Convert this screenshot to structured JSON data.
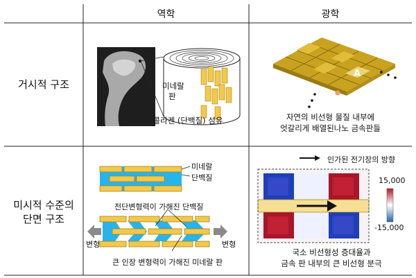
{
  "header": {
    "col_mechanics": "역학",
    "col_optics": "광학"
  },
  "rows": {
    "macro": "거시적 구조",
    "micro_line1": "미시적 수준의",
    "micro_line2": "단면 구조"
  },
  "macro_mech": {
    "mineral_plate_line1": "미네랄",
    "mineral_plate_line2": "판",
    "caption": "콜라겐 (단백질) 섬유"
  },
  "macro_opt": {
    "letter": "A",
    "caption_line1": "자연의 비선형 물질 내부에",
    "caption_line2": "엇갈리게 배열된나노 금속판들"
  },
  "micro_mech": {
    "legend_mineral": "미네랄",
    "legend_protein": "단백질",
    "shear_label": "전단변형력이 가해진 단백질",
    "deform_left": "변형",
    "deform_right": "변형",
    "tensile_label": "큰 인장 변형력이 가해진 미네랄 판"
  },
  "micro_opt": {
    "field_legend": "인가된 전기장의 방향",
    "scale_max": "15,000",
    "scale_min": "-15,000",
    "caption_line1": "국소 비선형성 증대율과",
    "caption_line2": "금속 판 내부의 큰 비선형 분극"
  },
  "colors": {
    "gold": "#f2c94c",
    "gold_dark": "#c9a21f",
    "protein_blue": "#27b4ec",
    "red": "#b2182b",
    "blue": "#2166ac"
  }
}
